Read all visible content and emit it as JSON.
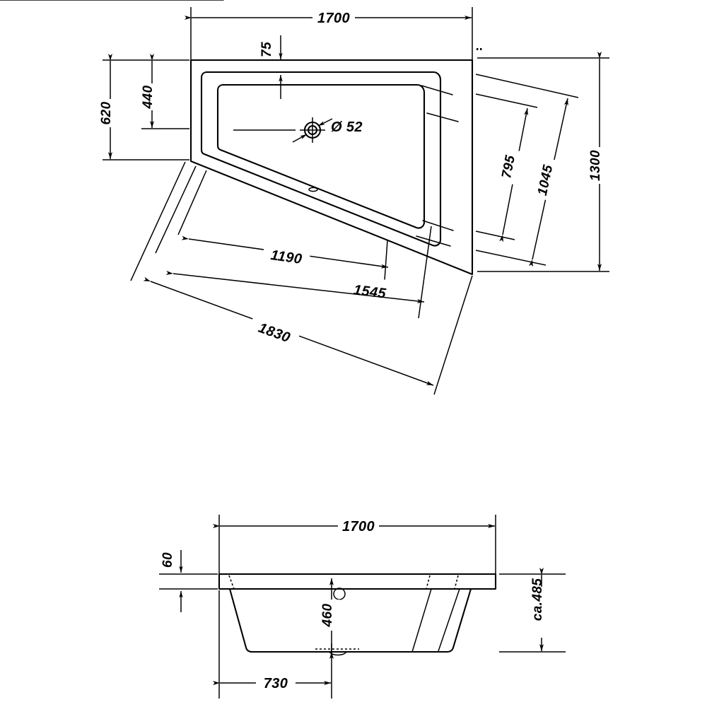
{
  "drawing": {
    "title": "Bathtub technical dimension drawing",
    "units": "mm",
    "line_color": "#000000",
    "background_color": "#ffffff"
  },
  "top_view": {
    "name": "top-view",
    "dimensions": {
      "overall_width": "1700",
      "overall_depth": "1300",
      "left_depth_outer": "620",
      "left_depth_inner": "440",
      "rim_offset_top": "75",
      "drain_diameter": "Ø 52",
      "diagonal_inner": "1190",
      "diagonal_middle": "1545",
      "diagonal_outer": "1830",
      "right_inner": "795",
      "right_middle": "1045"
    }
  },
  "front_view": {
    "name": "front-elevation-view",
    "dimensions": {
      "overall_width": "1700",
      "rim_thickness": "60",
      "inner_depth": "460",
      "total_height": "ca.485",
      "drain_offset": "730"
    }
  },
  "labels": {
    "d1700_top": "1700",
    "d75": "75",
    "d620": "620",
    "d440": "440",
    "d52": "Ø 52",
    "d1300": "1300",
    "d795": "795",
    "d1045": "1045",
    "d1190": "1190",
    "d1545": "1545",
    "d1830": "1830",
    "d1700_bottom": "1700",
    "d60": "60",
    "d460": "460",
    "d485": "ca.485",
    "d730": "730"
  }
}
